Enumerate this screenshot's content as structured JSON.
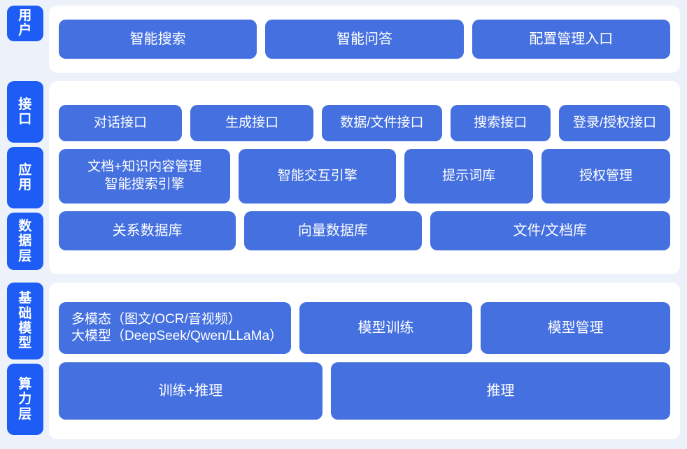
{
  "colors": {
    "page_background": "#edf2fa",
    "panel_background": "#ffffff",
    "layer_label": "#1d5cf5",
    "card": "#4570df",
    "card_text": "#ffffff"
  },
  "bands": {
    "user": {
      "label": "用户",
      "label_chars": [
        "用",
        "户"
      ],
      "cards": [
        "智能搜索",
        "智能问答",
        "配置管理入口"
      ]
    },
    "middle": {
      "labels": [
        {
          "text": "接口",
          "chars": [
            "接",
            "口"
          ]
        },
        {
          "text": "应用",
          "chars": [
            "应",
            "用"
          ]
        },
        {
          "text": "数据层",
          "chars": [
            "数",
            "据",
            "层"
          ]
        }
      ],
      "rows": {
        "interface": [
          "对话接口",
          "生成接口",
          "数据/文件接口",
          "搜索接口",
          "登录/授权接口"
        ],
        "application": [
          "文档+知识内容管理\n智能搜索引擎",
          "智能交互引擎",
          "提示词库",
          "授权管理"
        ],
        "data": [
          "关系数据库",
          "向量数据库",
          "文件/文档库"
        ]
      }
    },
    "bottom": {
      "labels": [
        {
          "text": "基础模型",
          "chars": [
            "基",
            "础",
            "模",
            "型"
          ]
        },
        {
          "text": "算力层",
          "chars": [
            "算",
            "力",
            "层"
          ]
        }
      ],
      "rows": {
        "model": [
          "多模态（图文/OCR/音视频）\n大模型（DeepSeek/Qwen/LLaMa）",
          "模型训练",
          "模型管理"
        ],
        "compute": [
          "训练+推理",
          "推理"
        ]
      }
    }
  }
}
